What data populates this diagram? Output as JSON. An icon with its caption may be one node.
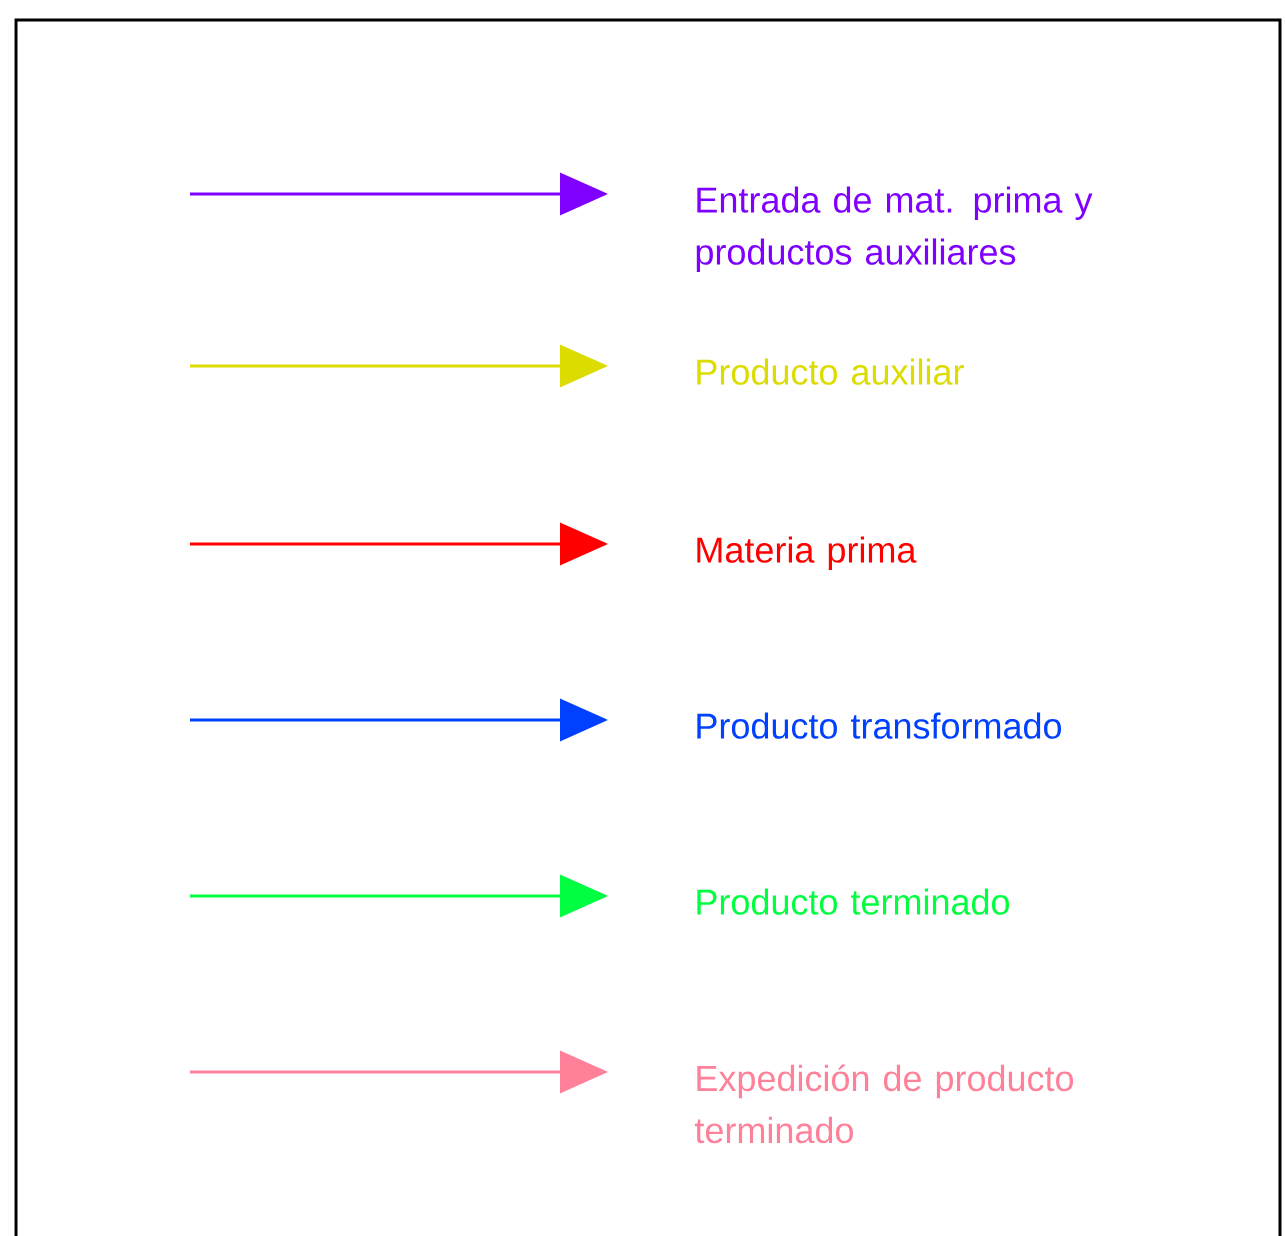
{
  "diagram": {
    "legend": [
      {
        "text": "Entrada de mat. prima y productos auxiliares",
        "color": "#8000ff"
      },
      {
        "text": "Producto auxiliar",
        "color": "#dcdc00"
      },
      {
        "text": "Materia prima",
        "color": "#ff0000"
      },
      {
        "text": "Producto transformado",
        "color": "#0040ff"
      },
      {
        "text": "Producto terminado",
        "color": "#00ff40"
      },
      {
        "text": "Expedición de producto terminado",
        "color": "#ff8099"
      }
    ]
  }
}
